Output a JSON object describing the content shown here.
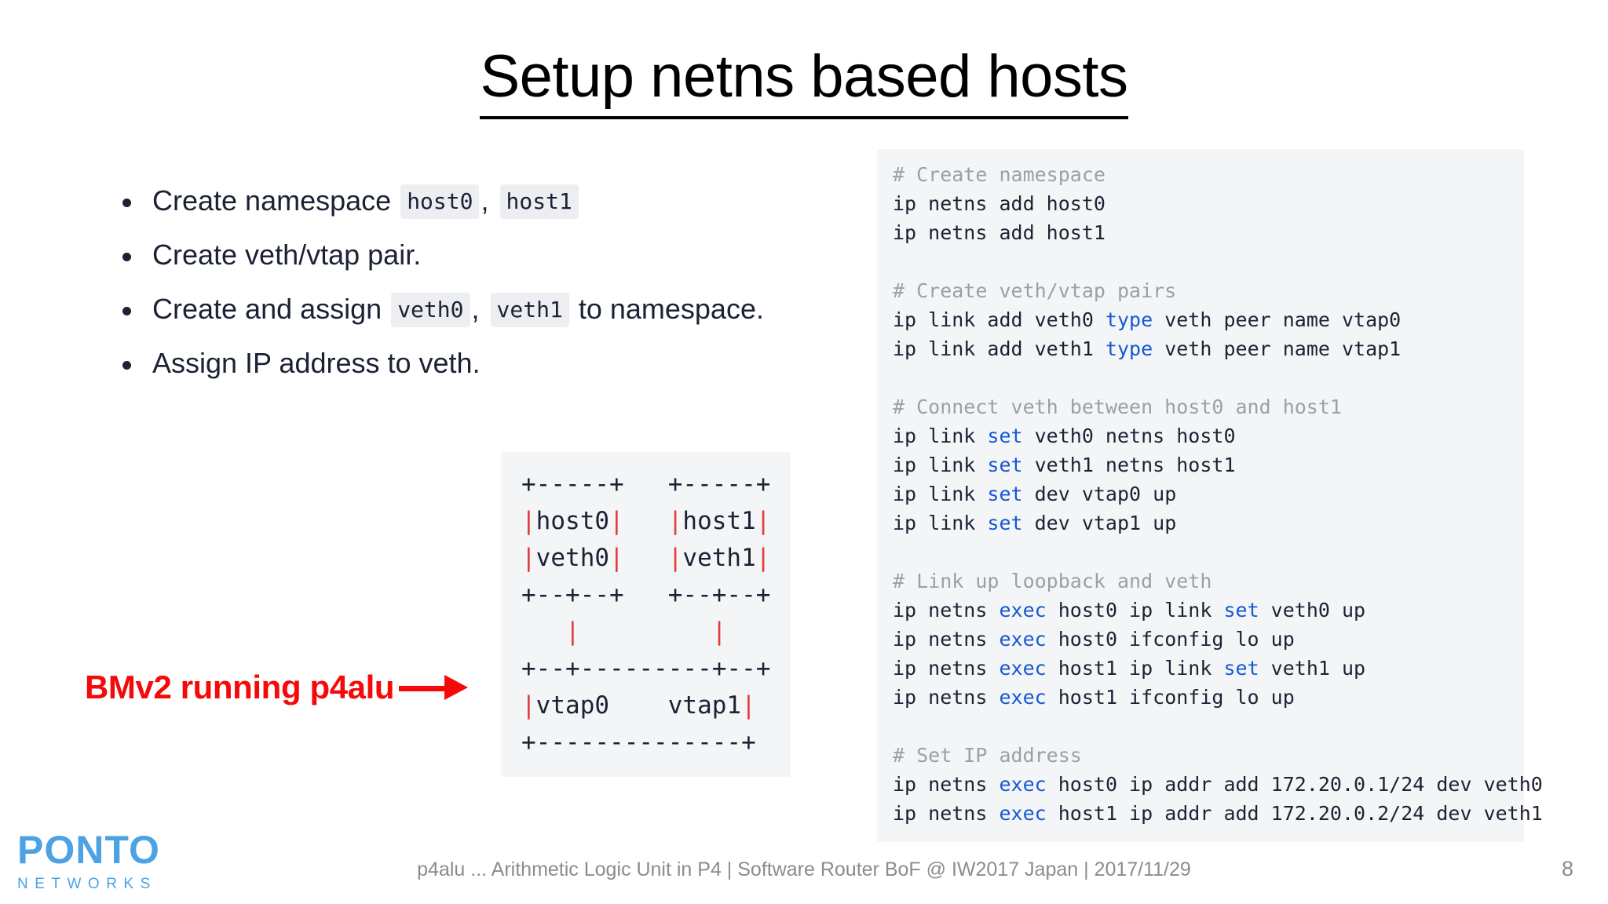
{
  "slide": {
    "title": "Setup netns based hosts",
    "page_number": "8"
  },
  "bullets": [
    {
      "id": "create-namespace",
      "pre": "Create namespace",
      "code1": "host0",
      "sep": ",",
      "code2": "host1",
      "post": ""
    },
    {
      "id": "create-veth-vtap-pair",
      "pre": "Create veth/vtap pair.",
      "code1": "",
      "sep": "",
      "code2": "",
      "post": ""
    },
    {
      "id": "create-assign-veth",
      "pre": "Create and assign",
      "code1": "veth0",
      "sep": ",",
      "code2": "veth1",
      "post": "to namespace."
    },
    {
      "id": "assign-ip-address",
      "pre": "Assign IP address to veth.",
      "code1": "",
      "sep": "",
      "code2": "",
      "post": ""
    }
  ],
  "ascii_diagram": {
    "lines": [
      "+-----+   +-----+",
      "|host0|   |host1|",
      "|veth0|   |veth1|",
      "+--+--+   +--+--+",
      "   |         |   ",
      "+--+---------+--+",
      "|vtap0    vtap1|",
      "+--------------+"
    ]
  },
  "annotation": {
    "text": "BMv2 running p4alu",
    "arrow": "right-arrow",
    "color": "#f60909"
  },
  "code": {
    "lines": [
      [
        {
          "t": "# Create namespace",
          "c": "comment"
        }
      ],
      [
        {
          "t": "ip netns add host0",
          "c": "plain"
        }
      ],
      [
        {
          "t": "ip netns add host1",
          "c": "plain"
        }
      ],
      [
        {
          "t": "",
          "c": "plain"
        }
      ],
      [
        {
          "t": "# Create veth/vtap pairs",
          "c": "comment"
        }
      ],
      [
        {
          "t": "ip link add veth0 ",
          "c": "plain"
        },
        {
          "t": "type",
          "c": "kw"
        },
        {
          "t": " veth peer name vtap0",
          "c": "plain"
        }
      ],
      [
        {
          "t": "ip link add veth1 ",
          "c": "plain"
        },
        {
          "t": "type",
          "c": "kw"
        },
        {
          "t": " veth peer name vtap1",
          "c": "plain"
        }
      ],
      [
        {
          "t": "",
          "c": "plain"
        }
      ],
      [
        {
          "t": "# Connect veth between host0 and host1",
          "c": "comment"
        }
      ],
      [
        {
          "t": "ip link ",
          "c": "plain"
        },
        {
          "t": "set",
          "c": "kw"
        },
        {
          "t": " veth0 netns host0",
          "c": "plain"
        }
      ],
      [
        {
          "t": "ip link ",
          "c": "plain"
        },
        {
          "t": "set",
          "c": "kw"
        },
        {
          "t": " veth1 netns host1",
          "c": "plain"
        }
      ],
      [
        {
          "t": "ip link ",
          "c": "plain"
        },
        {
          "t": "set",
          "c": "kw"
        },
        {
          "t": " dev vtap0 up",
          "c": "plain"
        }
      ],
      [
        {
          "t": "ip link ",
          "c": "plain"
        },
        {
          "t": "set",
          "c": "kw"
        },
        {
          "t": " dev vtap1 up",
          "c": "plain"
        }
      ],
      [
        {
          "t": "",
          "c": "plain"
        }
      ],
      [
        {
          "t": "# Link up loopback and veth",
          "c": "comment"
        }
      ],
      [
        {
          "t": "ip netns ",
          "c": "plain"
        },
        {
          "t": "exec",
          "c": "kw"
        },
        {
          "t": " host0 ip link ",
          "c": "plain"
        },
        {
          "t": "set",
          "c": "kw"
        },
        {
          "t": " veth0 up",
          "c": "plain"
        }
      ],
      [
        {
          "t": "ip netns ",
          "c": "plain"
        },
        {
          "t": "exec",
          "c": "kw"
        },
        {
          "t": " host0 ifconfig lo up",
          "c": "plain"
        }
      ],
      [
        {
          "t": "ip netns ",
          "c": "plain"
        },
        {
          "t": "exec",
          "c": "kw"
        },
        {
          "t": " host1 ip link ",
          "c": "plain"
        },
        {
          "t": "set",
          "c": "kw"
        },
        {
          "t": " veth1 up",
          "c": "plain"
        }
      ],
      [
        {
          "t": "ip netns ",
          "c": "plain"
        },
        {
          "t": "exec",
          "c": "kw"
        },
        {
          "t": " host1 ifconfig lo up",
          "c": "plain"
        }
      ],
      [
        {
          "t": "",
          "c": "plain"
        }
      ],
      [
        {
          "t": "# Set IP address",
          "c": "comment"
        }
      ],
      [
        {
          "t": "ip netns ",
          "c": "plain"
        },
        {
          "t": "exec",
          "c": "kw"
        },
        {
          "t": " host0 ip addr add 172.20.0.1/24 dev veth0",
          "c": "plain"
        }
      ],
      [
        {
          "t": "ip netns ",
          "c": "plain"
        },
        {
          "t": "exec",
          "c": "kw"
        },
        {
          "t": " host1 ip addr add 172.20.0.2/24 dev veth1",
          "c": "plain"
        }
      ]
    ]
  },
  "footer": {
    "logo_main": "PONTO",
    "logo_sub": "NETWORKS",
    "text": "p4alu ... Arithmetic Logic Unit in P4 | Software Router BoF @ IW2017 Japan  | 2017/11/29"
  },
  "colors": {
    "accent_blue": "#4ba3e3",
    "code_keyword": "#1558d6",
    "code_comment": "#9aa0aa",
    "annotation_red": "#f60909",
    "ascii_pipe": "#e03c3c",
    "panel_bg": "#f4f5f7"
  }
}
